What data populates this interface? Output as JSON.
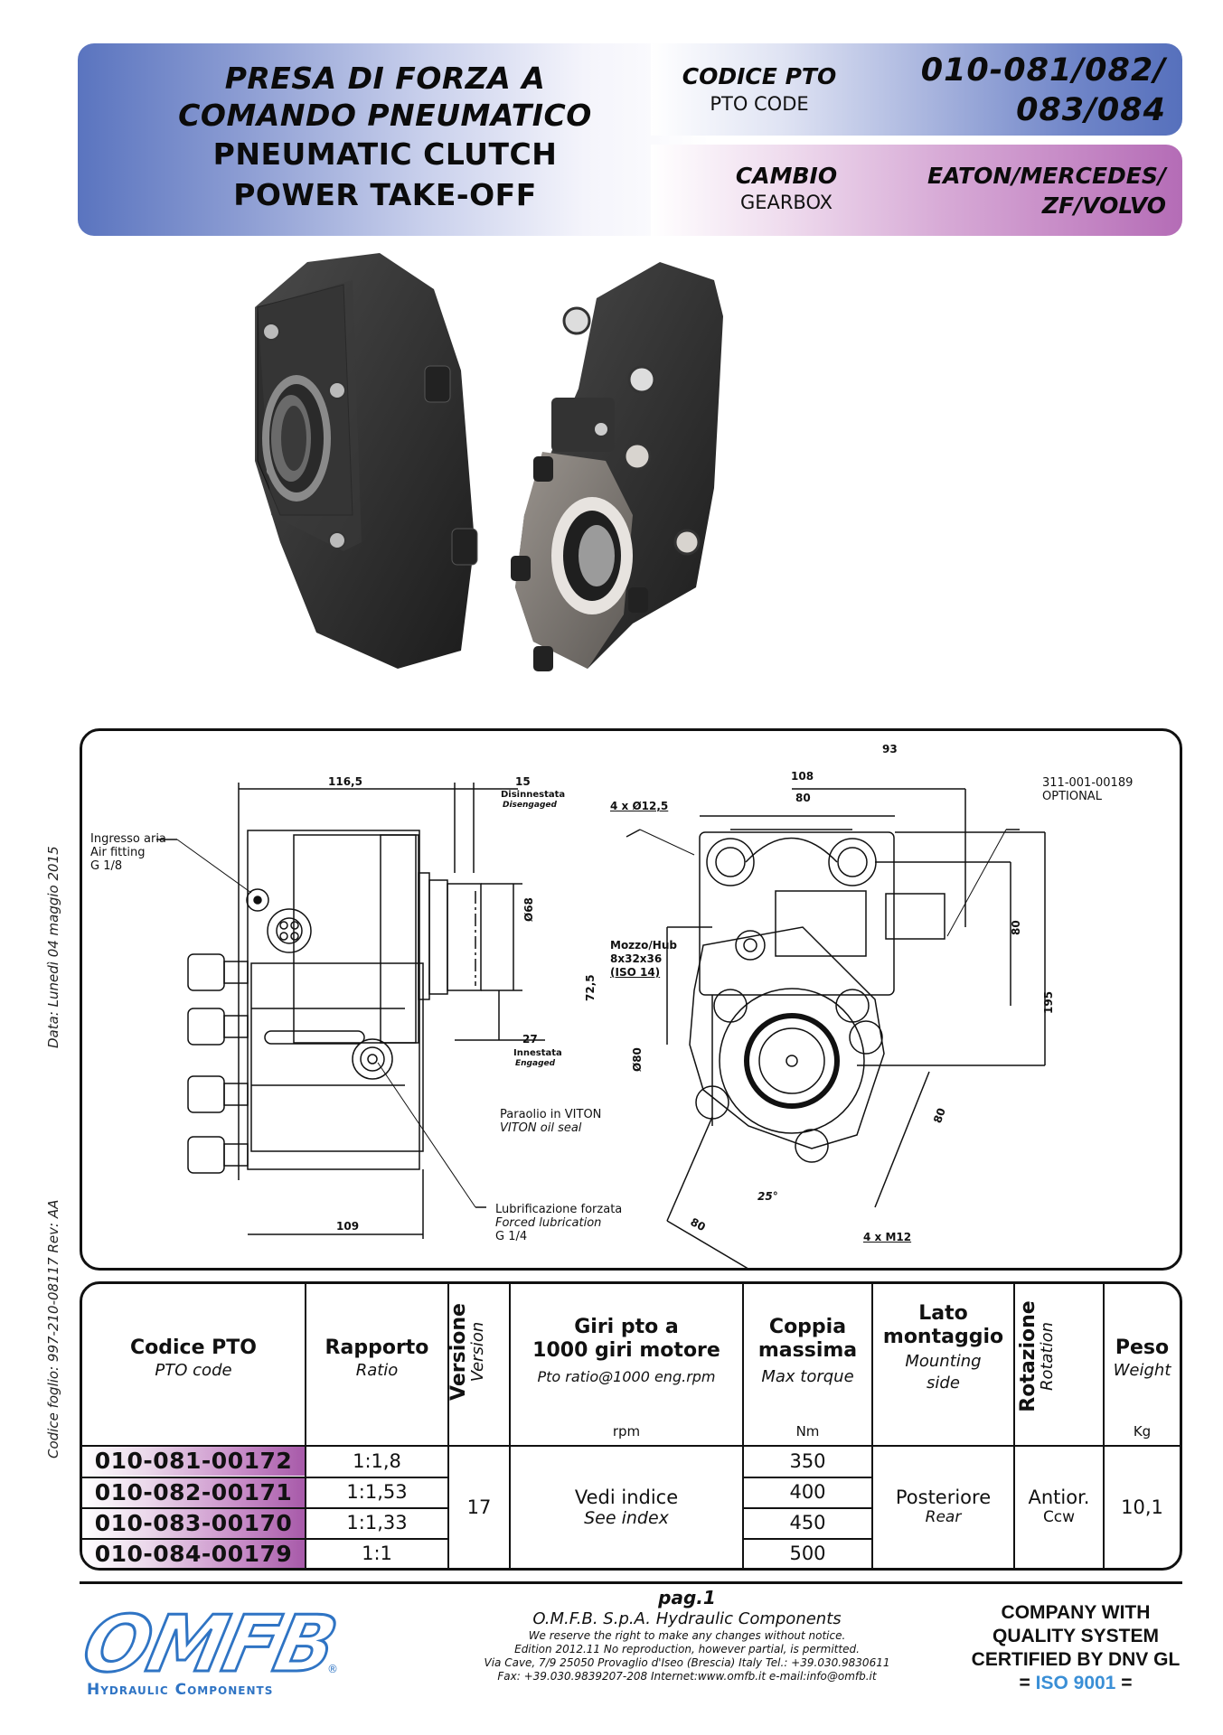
{
  "header": {
    "title_lines": [
      "PRESA DI FORZA A",
      "COMANDO PNEUMATICO",
      "PNEUMATIC CLUTCH",
      "POWER TAKE-OFF"
    ],
    "pto_code_label": "CODICE PTO",
    "pto_code_sublabel": "PTO CODE",
    "pto_code_value_lines": [
      "010-081/082/",
      "083/084"
    ],
    "gearbox_label": "CAMBIO",
    "gearbox_sublabel": "GEARBOX",
    "gearbox_value_lines": [
      "EATON/MERCEDES/",
      "ZF/VOLVO"
    ],
    "colors": {
      "blue": "#5670bc",
      "purple": "#b46cb6"
    }
  },
  "side_text": {
    "date": "Data: Lunedì 04 maggio 2015",
    "sheet_code": "Codice foglio: 997-210-08117   Rev: AA"
  },
  "drawing": {
    "air_fitting": [
      "Ingresso aria",
      "Air fitting",
      "G 1/8"
    ],
    "dim_116_5": "116,5",
    "dim_15": "15",
    "disengaged_it": "Disinnestata",
    "disengaged_en": "Disengaged",
    "dim_d68": "Ø68",
    "dim_27": "27",
    "engaged_it": "Innestata",
    "engaged_en": "Engaged",
    "dim_109": "109",
    "lubrication": [
      "Lubrificazione forzata",
      "Forced lubrication",
      "G 1/4"
    ],
    "oil_seal": [
      "Paraolio in VITON",
      "VITON oil seal"
    ],
    "hub": [
      "Mozzo/Hub",
      "8x32x36",
      "(ISO 14)"
    ],
    "dim_72_5": "72,5",
    "dim_d80": "Ø80",
    "holes": "4 x Ø12,5",
    "dim_93": "93",
    "dim_108": "108",
    "dim_80_top": "80",
    "optional_code": "311-001-00189",
    "optional_label": "OPTIONAL",
    "dim_80_right": "80",
    "dim_195": "195",
    "dim_80_diag_right": "80",
    "dim_80_diag_bottom": "80",
    "angle_25": "25°",
    "bolts": "4 x M12"
  },
  "table": {
    "headers": [
      {
        "it": "Codice PTO",
        "en": "PTO code",
        "unit": ""
      },
      {
        "it": "Rapporto",
        "en": "Ratio",
        "unit": ""
      },
      {
        "it": "Versione",
        "en": "Version",
        "unit": ""
      },
      {
        "it": "Giri pto a 1000 giri motore",
        "it_l1": "Giri pto a",
        "it_l2": "1000 giri motore",
        "en": "Pto ratio@1000 eng.rpm",
        "unit": "rpm"
      },
      {
        "it": "Coppia massima",
        "it_l1": "Coppia",
        "it_l2": "massima",
        "en": "Max torque",
        "unit": "Nm"
      },
      {
        "it": "Lato montaggio",
        "it_l1": "Lato",
        "it_l2": "montaggio",
        "en": "Mounting side",
        "en_l1": "Mounting",
        "en_l2": "side",
        "unit": ""
      },
      {
        "it": "Rotazione",
        "en": "Rotation",
        "unit": ""
      },
      {
        "it": "Peso",
        "en": "Weight",
        "unit": "Kg"
      }
    ],
    "rows": [
      {
        "code": "010-081-00172",
        "ratio": "1:1,8",
        "torque": "350"
      },
      {
        "code": "010-082-00171",
        "ratio": "1:1,53",
        "torque": "400"
      },
      {
        "code": "010-083-00170",
        "ratio": "1:1,33",
        "torque": "450"
      },
      {
        "code": "010-084-00179",
        "ratio": "1:1",
        "torque": "500"
      }
    ],
    "shared": {
      "version": "17",
      "rpm_it": "Vedi indice",
      "rpm_en": "See index",
      "mounting_it": "Posteriore",
      "mounting_en": "Rear",
      "rotation_it": "Antior.",
      "rotation_en": "Ccw",
      "weight": "10,1"
    }
  },
  "footer": {
    "logo_letters": "OMFB",
    "logo_tagline": "Hydraulic Components",
    "logo_registered": "®",
    "page": "pag.1",
    "company": "O.M.F.B. S.p.A. Hydraulic Components",
    "lines": [
      "We reserve the right to make any changes without notice.",
      "Edition 2012.11 No reproduction, however partial, is permitted.",
      "Via Cave, 7/9 25050 Provaglio d'Iseo (Brescia) Italy Tel.: +39.030.9830611",
      "Fax: +39.030.9839207-208 Internet:www.omfb.it e-mail:info@omfb.it"
    ],
    "cert_lines": [
      "COMPANY WITH",
      "QUALITY SYSTEM",
      "CERTIFIED BY DNV GL"
    ],
    "iso_prefix": "=",
    "iso": "ISO 9001",
    "iso_suffix": "=",
    "iso_color": "#3a8fd6",
    "logo_color": "#2f74c4"
  }
}
